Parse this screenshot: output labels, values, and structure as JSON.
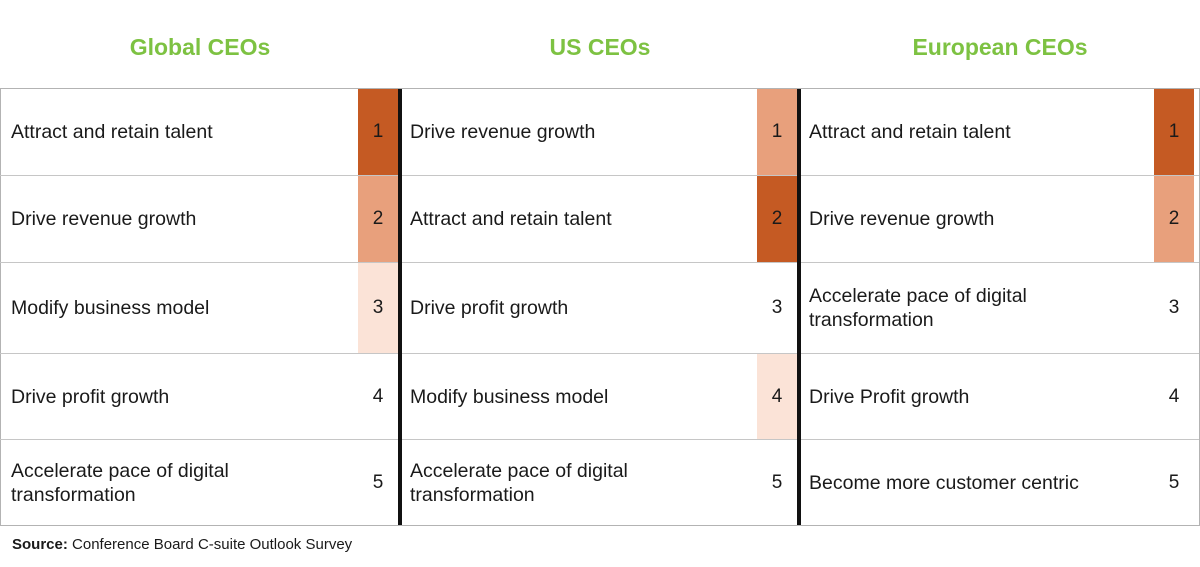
{
  "headers": [
    "Global CEOs",
    "US CEOs",
    "European CEOs"
  ],
  "colors": {
    "rank_1": "#c55a23",
    "rank_2": "#e8a07c",
    "rank_3_4": "#fbe3d7",
    "none": "#ffffff",
    "header": "#7dc242"
  },
  "groups": [
    {
      "rows": [
        {
          "label": "Attract and retain talent",
          "rank": "1",
          "shade": "rank_1"
        },
        {
          "label": "Drive revenue growth",
          "rank": "2",
          "shade": "rank_2"
        },
        {
          "label": "Modify business model",
          "rank": "3",
          "shade": "rank_3_4"
        },
        {
          "label": "Drive profit growth",
          "rank": "4",
          "shade": "none"
        },
        {
          "label": "Accelerate pace of digital transformation",
          "rank": "5",
          "shade": "none"
        }
      ]
    },
    {
      "rows": [
        {
          "label": "Drive revenue growth",
          "rank": "1",
          "shade": "rank_2"
        },
        {
          "label": "Attract and retain talent",
          "rank": "2",
          "shade": "rank_1"
        },
        {
          "label": "Drive profit growth",
          "rank": "3",
          "shade": "none"
        },
        {
          "label": "Modify business model",
          "rank": "4",
          "shade": "rank_3_4"
        },
        {
          "label": "Accelerate pace of digital transformation",
          "rank": "5",
          "shade": "none"
        }
      ]
    },
    {
      "rows": [
        {
          "label": "Attract and retain talent",
          "rank": "1",
          "shade": "rank_1"
        },
        {
          "label": "Drive revenue growth",
          "rank": "2",
          "shade": "rank_2"
        },
        {
          "label": "Accelerate pace of digital transformation",
          "rank": "3",
          "shade": "none"
        },
        {
          "label": "Drive Profit growth",
          "rank": "4",
          "shade": "none"
        },
        {
          "label": "Become more customer centric",
          "rank": "5",
          "shade": "none"
        }
      ]
    }
  ],
  "source": {
    "label": "Source:",
    "text": " Conference Board C-suite Outlook Survey"
  }
}
